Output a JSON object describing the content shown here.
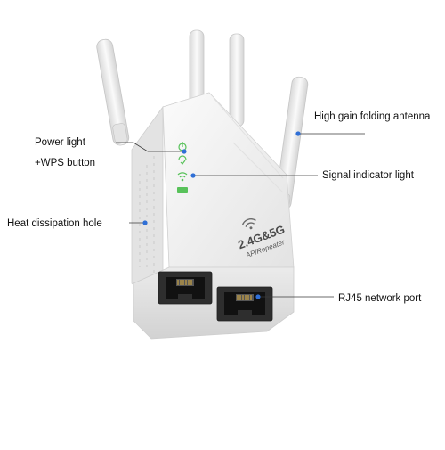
{
  "labels": {
    "power_light": "Power light",
    "wps_button": "+WPS button",
    "heat_dissipation": "Heat dissipation hole",
    "antenna": "High gain folding antenna",
    "signal_indicator": "Signal indicator light",
    "rj45": "RJ45 network port"
  },
  "device": {
    "band_label": "2.4G&5G",
    "mode_label": "AP/Repeater"
  },
  "colors": {
    "leader_line": "#3a3a3a",
    "leader_dot": "#2f6fd6",
    "led_green": "#58c25a",
    "device_body": "#f4f4f4"
  }
}
